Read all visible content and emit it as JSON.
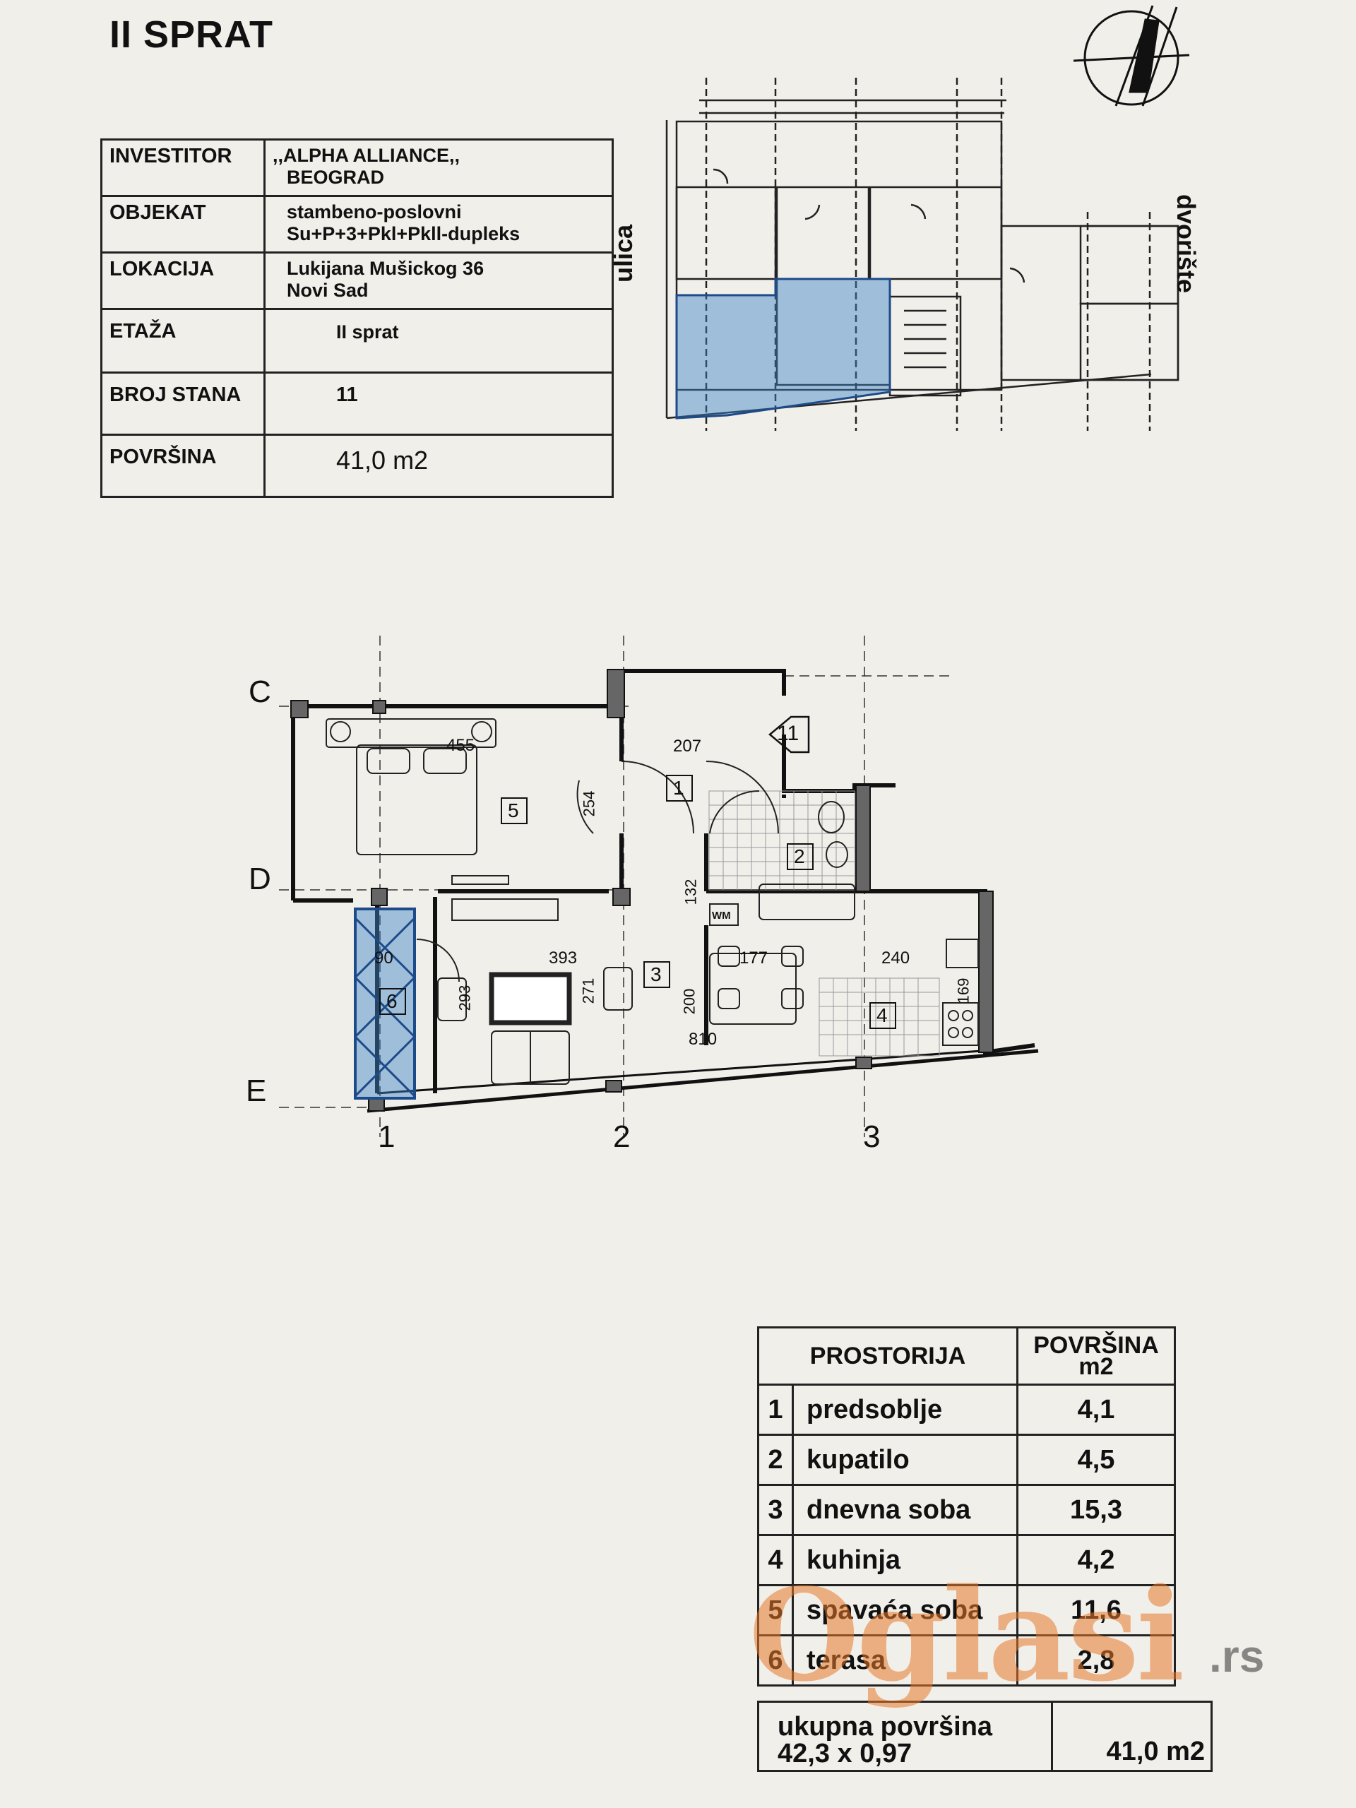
{
  "title": "II SPRAT",
  "info": [
    {
      "key": "INVESTITOR",
      "value1": ",,ALPHA ALLIANCE,,",
      "value2": "BEOGRAD"
    },
    {
      "key": "OBJEKAT",
      "value1": "stambeno-poslovni",
      "value2": "Su+P+3+Pkl+Pkll-dupleks"
    },
    {
      "key": "LOKACIJA",
      "value1": "Lukijana Mušickog 36",
      "value2": "Novi Sad"
    },
    {
      "key": "ETAŽA",
      "value1": "II sprat"
    },
    {
      "key": "BROJ STANA",
      "value1": "11"
    },
    {
      "key": "POVRŠINA",
      "value1": "41,0 m2"
    }
  ],
  "site_plan": {
    "street": "ulica",
    "yard": "dvorište"
  },
  "plan": {
    "axes_rows": [
      "C",
      "D",
      "E"
    ],
    "axes_cols": [
      "1",
      "2",
      "3"
    ],
    "rooms": [
      "1",
      "2",
      "3",
      "4",
      "5",
      "6"
    ],
    "apartment": "11",
    "wm_label": "WM",
    "dims": [
      "455",
      "207",
      "254",
      "132",
      "393",
      "90",
      "293",
      "271",
      "200",
      "177",
      "240",
      "169",
      "810"
    ]
  },
  "rooms_table": {
    "header_room": "PROSTORIJA",
    "header_area_1": "POVRŠINA",
    "header_area_2": "m2",
    "rows": [
      {
        "n": "1",
        "name": "predsoblje",
        "area": "4,1"
      },
      {
        "n": "2",
        "name": "kupatilo",
        "area": "4,5"
      },
      {
        "n": "3",
        "name": "dnevna soba",
        "area": "15,3"
      },
      {
        "n": "4",
        "name": "kuhinja",
        "area": "4,2"
      },
      {
        "n": "5",
        "name": "spavaća soba",
        "area": "11,6"
      },
      {
        "n": "6",
        "name": "terasa",
        "area": "2,8"
      }
    ],
    "total_label_1": "ukupna površina",
    "total_label_2": "42,3 x 0,97",
    "total_value": "41,0 m2"
  },
  "watermark": {
    "brand": "Oglasi",
    "tld": ".rs"
  }
}
